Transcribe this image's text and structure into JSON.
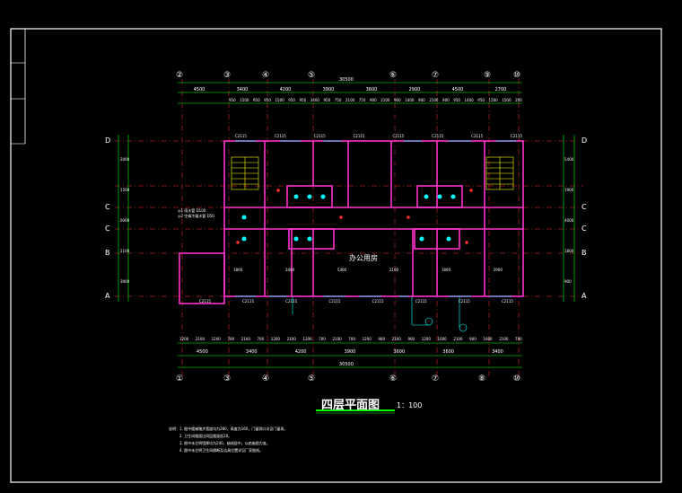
{
  "drawing": {
    "title": "四层平面图",
    "scale": "1：100",
    "room_label": "办公用房",
    "axis_labels_top": [
      "②",
      "③",
      "④",
      "⑤",
      "⑥",
      "⑦",
      "⑨",
      "⑩"
    ],
    "axis_labels_bottom": [
      "①",
      "③",
      "④",
      "⑤",
      "⑥",
      "⑦",
      "⑧",
      "⑩"
    ],
    "axis_labels_left": [
      "D",
      "C",
      "C",
      "B",
      "A"
    ],
    "top_overall_dim": "30500",
    "bottom_overall_dim": "30500",
    "top_dims_row1": [
      "4500",
      "3400",
      "4200",
      "3900",
      "3600",
      "2900",
      "4500",
      "2700"
    ],
    "top_dims_row2": [
      "950",
      "1500",
      "950",
      "950",
      "1500",
      "950",
      "950",
      "3400",
      "950",
      "750",
      "2100",
      "750",
      "900",
      "2100",
      "900",
      "1400",
      "900",
      "2100",
      "900",
      "950",
      "1400",
      "950",
      "1500",
      "1500",
      "200"
    ],
    "bottom_dims_row1": [
      "4500",
      "3400",
      "4200",
      "3900",
      "3600",
      "3600",
      "3400"
    ],
    "bottom_dims_row2": [
      "1200",
      "2100",
      "1200",
      "700",
      "2100",
      "700",
      "1200",
      "2100",
      "1200",
      "700",
      "2100",
      "700",
      "1200",
      "900",
      "2100",
      "900",
      "1200",
      "1600",
      "2100",
      "900",
      "1600",
      "2100",
      "700"
    ],
    "left_dims": [
      "2000",
      "1500",
      "6000",
      "2100",
      "3900"
    ],
    "right_dims": [
      "5400",
      "1900",
      "4000",
      "1800",
      "900"
    ],
    "window_tags": [
      "C2115",
      "C2115",
      "C2115",
      "C2115",
      "C2115",
      "C2115",
      "C2115",
      "C2115"
    ],
    "window_tags_bottom": [
      "C2115",
      "C2115",
      "C2115",
      "C2115",
      "C2115",
      "C2115",
      "C2115",
      "C2115"
    ],
    "dim_room_row": [
      "1800",
      "3400",
      "5400",
      "2100",
      "1800",
      "2900"
    ],
    "notes_label": "说明：",
    "notes": [
      "1. 图中楼梯踏步宽度均为280，高度为160，门窗洞口详见门窗表。",
      "2. 卫生间楼面比同层楼面低20。",
      "3. 图中未注明墙厚均为240，轴线居中。以结施图为准。",
      "4. 图中未注明卫生间隔断及洁具位置详见厂家图纸。"
    ],
    "legend": [
      "◎1 雨水管 D100",
      "◎2 空调冷凝水管 D50"
    ]
  }
}
